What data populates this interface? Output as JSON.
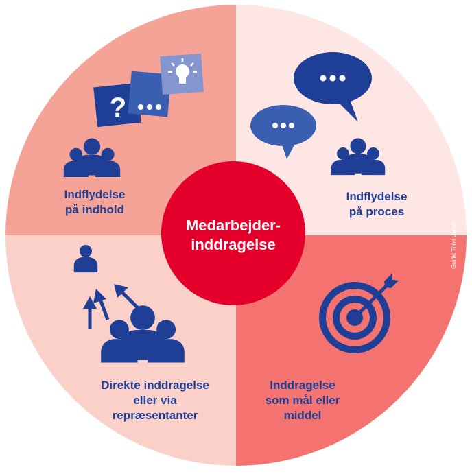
{
  "center": {
    "line1": "Medarbejder-",
    "line2": "inddragelse"
  },
  "quadrants": {
    "top_left": {
      "line1": "Indflydelse",
      "line2": "på indhold"
    },
    "top_right": {
      "line1": "Indflydelse",
      "line2": "på proces"
    },
    "bottom_left": {
      "line1": "Direkte inddragelse",
      "line2": "eller via",
      "line3": "repræsentanter"
    },
    "bottom_right": {
      "line1": "Inddragelse",
      "line2": "som mål eller",
      "line3": "middel"
    }
  },
  "credit": "Grafik: Trine Larsen",
  "colors": {
    "top_left": "#f5a396",
    "top_right": "#fde6e3",
    "bottom_left": "#fbd0c9",
    "bottom_right": "#f47270",
    "center": "#e4002b",
    "text": "#1e3f95",
    "icon_dark": "#1e3f95",
    "icon_mid": "#3a5fb0",
    "icon_light": "#8595cf"
  },
  "icons": {
    "top_left": [
      "question-card-icon",
      "ellipsis-card-icon",
      "lightbulb-card-icon",
      "people-group-icon"
    ],
    "top_right": [
      "speech-bubble-large-icon",
      "speech-bubble-small-icon",
      "people-group-icon"
    ],
    "bottom_left": [
      "person-icon",
      "arrows-up-icon",
      "people-group-icon"
    ],
    "bottom_right": [
      "target-icon",
      "arrow-in-target-icon"
    ]
  }
}
